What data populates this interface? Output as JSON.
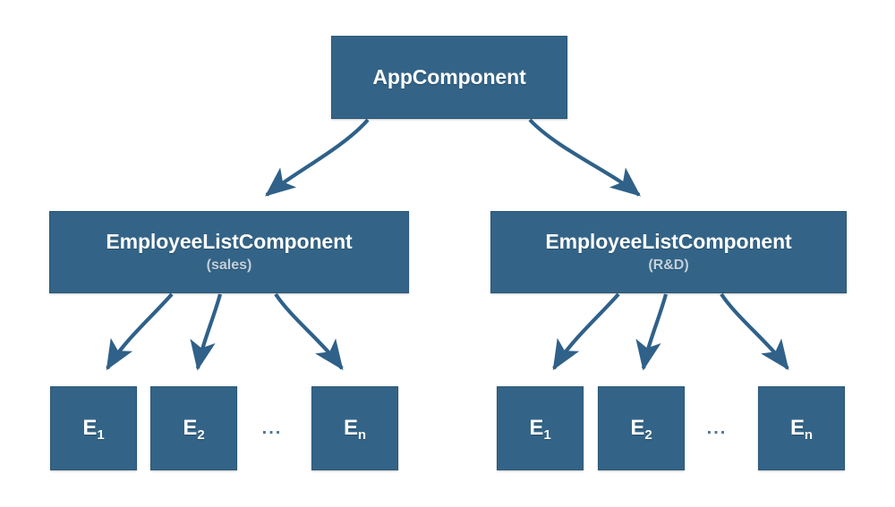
{
  "diagram": {
    "title": "Angular component tree with two EmployeeListComponent instances",
    "colors": {
      "node_fill": "#336487",
      "node_border": "#2c5876",
      "node_text": "#ffffff",
      "subtitle_text": "#c3d0da",
      "edge": "#2f6189",
      "background": "#ffffff"
    }
  },
  "nodes": {
    "root": {
      "label": "AppComponent"
    },
    "lists": [
      {
        "label": "EmployeeListComponent",
        "subtitle": "(sales)"
      },
      {
        "label": "EmployeeListComponent",
        "subtitle": "(R&D)"
      }
    ],
    "leaves": {
      "sales": [
        {
          "base": "E",
          "index": "1"
        },
        {
          "base": "E",
          "index": "2"
        },
        {
          "base": "E",
          "index": "n"
        }
      ],
      "rnd": [
        {
          "base": "E",
          "index": "1"
        },
        {
          "base": "E",
          "index": "2"
        },
        {
          "base": "E",
          "index": "n"
        }
      ]
    },
    "ellipsis": "..."
  },
  "edges": {
    "count": 8,
    "style": "curved-arrow",
    "arrowhead": "filled-triangle"
  }
}
